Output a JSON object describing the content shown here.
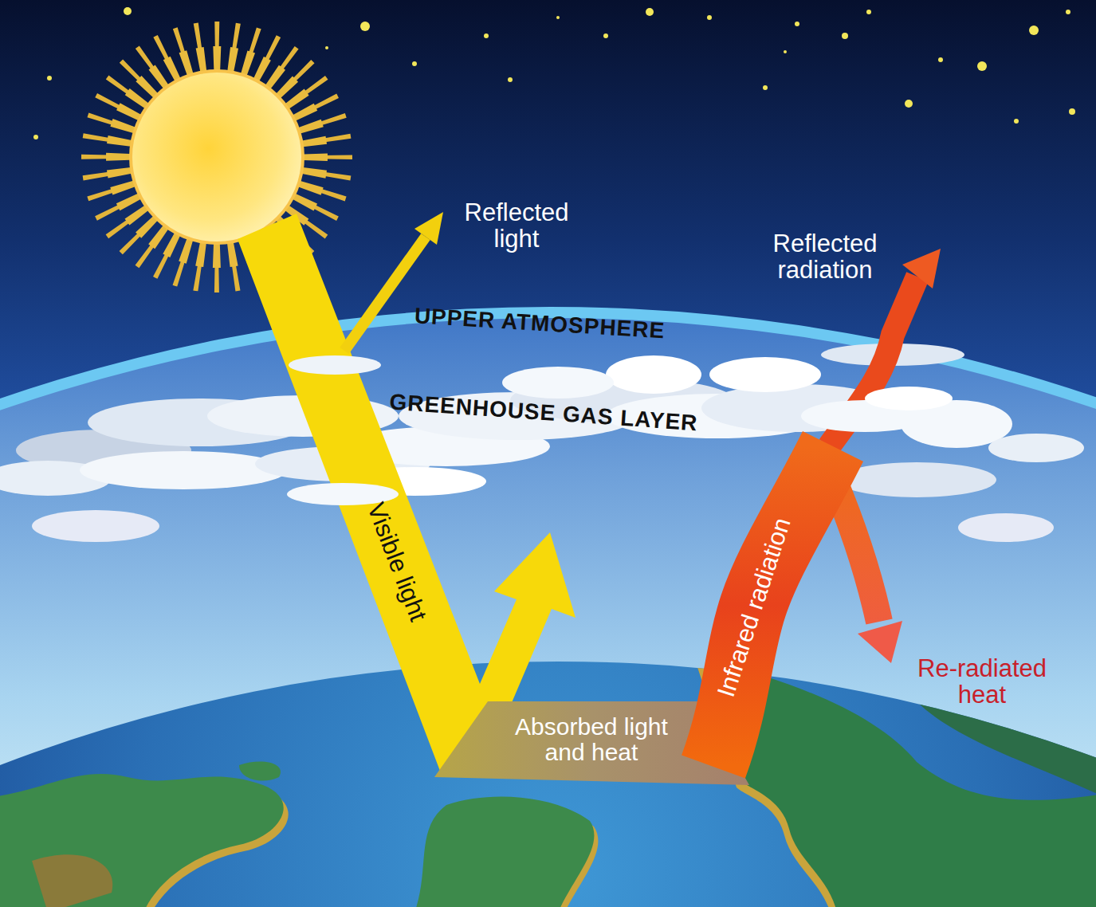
{
  "diagram": {
    "labels": [
      "Reflected light",
      "Reflected radiation",
      "UPPER ATMOSPHERE",
      "GREENHOUSE GAS LAYER",
      "Visible light",
      "Infrared radiation",
      "Re-radiated heat",
      "Absorbed light and heat"
    ]
  }
}
